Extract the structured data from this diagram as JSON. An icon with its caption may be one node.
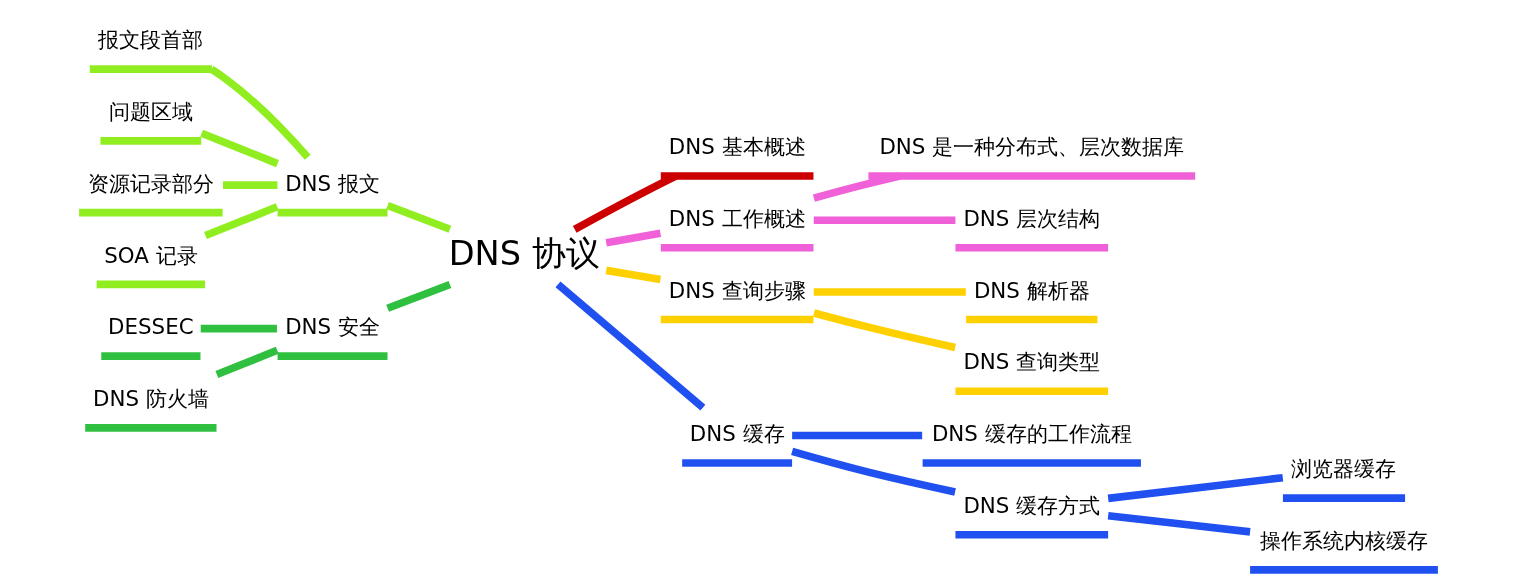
{
  "diagram": {
    "nodes": [
      {
        "text": [
          "DNS 协议"
        ]
      },
      {
        "text": [
          "DNS 基本概述"
        ]
      },
      {
        "text": [
          "DNS 工作概述"
        ]
      },
      {
        "text": [
          "DNS 是一种分布式、层次数据库"
        ]
      },
      {
        "text": [
          "DNS 层次结构"
        ]
      },
      {
        "text": [
          "DNS 查询步骤"
        ]
      },
      {
        "text": [
          "DNS 解析器"
        ]
      },
      {
        "text": [
          "DNS 查询类型"
        ]
      },
      {
        "text": [
          "DNS 缓存"
        ]
      },
      {
        "text": [
          "DNS 缓存的工作流程"
        ]
      },
      {
        "text": [
          "DNS 缓存方式"
        ]
      },
      {
        "text": [
          "浏览器缓存"
        ]
      },
      {
        "text": [
          "操作系统内核缓存"
        ]
      },
      {
        "text": [
          "报文段首部"
        ]
      },
      {
        "text": [
          "问题区域"
        ]
      },
      {
        "text": [
          "资源记录部分"
        ]
      },
      {
        "text": [
          "SOA 记录"
        ]
      },
      {
        "text": [
          "DNS 报文"
        ]
      },
      {
        "text": [
          "DESSEC"
        ]
      },
      {
        "text": [
          "DNS 防火墙"
        ]
      },
      {
        "text": [
          "DNS 安全"
        ]
      }
    ],
    "edges": [
      {
        "from": 0,
        "to": 1,
        "arrow": "none",
        "color": "#cc0000"
      },
      {
        "from": 0,
        "to": 2,
        "arrow": "none",
        "color": "#f060d8"
      },
      {
        "from": 2,
        "to": 3,
        "arrow": "none",
        "color": "#f060d8"
      },
      {
        "from": 2,
        "to": 4,
        "arrow": "none",
        "color": "#f060d8"
      },
      {
        "from": 0,
        "to": 5,
        "arrow": "none",
        "color": "#ffd000"
      },
      {
        "from": 5,
        "to": 6,
        "arrow": "none",
        "color": "#ffd000"
      },
      {
        "from": 5,
        "to": 7,
        "arrow": "none",
        "color": "#ffd000"
      },
      {
        "from": 0,
        "to": 8,
        "arrow": "none",
        "color": "#2050f0"
      },
      {
        "from": 8,
        "to": 9,
        "arrow": "none",
        "color": "#2050f0"
      },
      {
        "from": 8,
        "to": 10,
        "arrow": "none",
        "color": "#2050f0"
      },
      {
        "from": 10,
        "to": 11,
        "arrow": "none",
        "color": "#2050f0"
      },
      {
        "from": 10,
        "to": 12,
        "arrow": "none",
        "color": "#2050f0"
      },
      {
        "from": 13,
        "to": 17,
        "arrow": "none",
        "color": "#90ee20"
      },
      {
        "from": 14,
        "to": 17,
        "arrow": "none",
        "color": "#90ee20"
      },
      {
        "from": 15,
        "to": 17,
        "arrow": "none",
        "color": "#90ee20"
      },
      {
        "from": 16,
        "to": 17,
        "arrow": "none",
        "color": "#90ee20"
      },
      {
        "from": 17,
        "to": 0,
        "arrow": "none",
        "color": "#90ee20"
      },
      {
        "from": 18,
        "to": 20,
        "arrow": "none",
        "color": "#30c040"
      },
      {
        "from": 19,
        "to": 20,
        "arrow": "none",
        "color": "#30c040"
      },
      {
        "from": 20,
        "to": 0,
        "arrow": "none",
        "color": "#30c040"
      }
    ]
  }
}
